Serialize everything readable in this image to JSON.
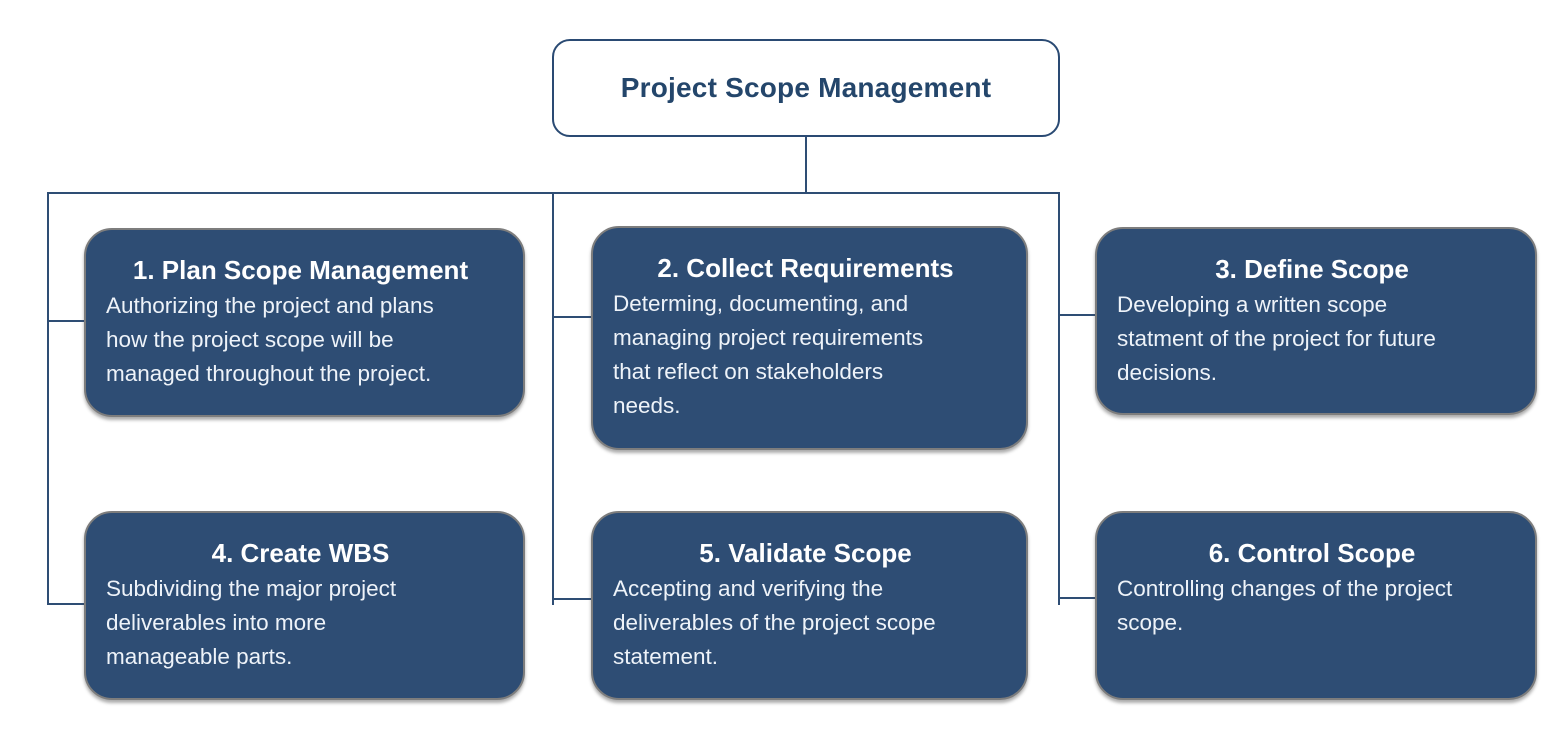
{
  "diagram": {
    "root": {
      "title": "Project Scope Management"
    },
    "nodes": [
      {
        "title": "1. Plan Scope Management",
        "description": "Authorizing the project and plans\nhow the project scope will be\nmanaged throughout the project."
      },
      {
        "title": "2. Collect Requirements",
        "description": "Determing, documenting, and\nmanaging project requirements\nthat reflect on stakeholders\nneeds."
      },
      {
        "title": "3. Define Scope",
        "description": "Developing a written scope\nstatment of the project for future\ndecisions."
      },
      {
        "title": "4. Create WBS",
        "description": "Subdividing the major project\ndeliverables into more\nmanageable parts."
      },
      {
        "title": "5. Validate Scope",
        "description": "Accepting and verifying the\ndeliverables of the project scope\nstatement."
      },
      {
        "title": "6. Control Scope",
        "description": "Controlling changes of the project\nscope."
      }
    ],
    "colors": {
      "node_fill": "#2E4D74",
      "node_border": "#7D7D7D",
      "node_text": "#EEF3F9",
      "root_border": "#2A4A73",
      "root_text": "#24466B",
      "connector": "#2E4D74",
      "background": "#FFFFFF"
    }
  }
}
